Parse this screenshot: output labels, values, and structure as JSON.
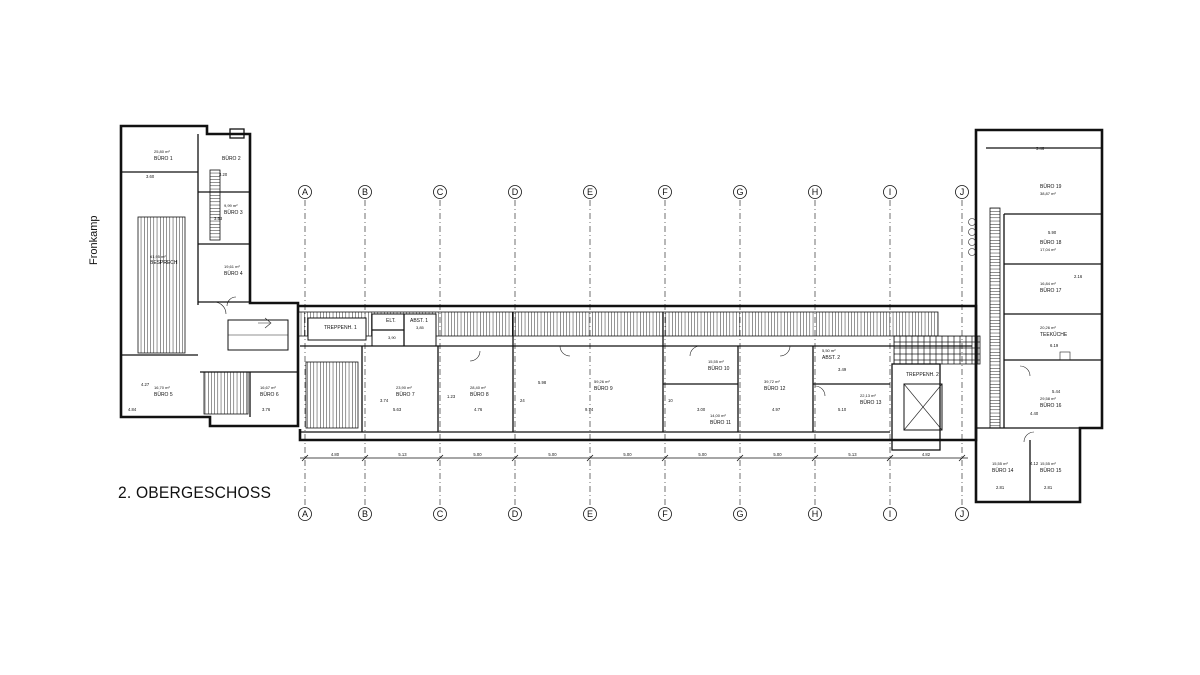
{
  "drawing": {
    "title": "2. OBERGESCHOSS",
    "street_label": "Fronkamp"
  },
  "axes": [
    "A",
    "B",
    "C",
    "D",
    "E",
    "F",
    "G",
    "H",
    "I",
    "J"
  ],
  "axis_dims": [
    "4.80",
    "5.13",
    "5.00",
    "5.00",
    "5.00",
    "5.00",
    "5.00",
    "5.13",
    "4.82"
  ],
  "rooms": {
    "buero1": {
      "name": "BÜRO 1",
      "area": "25,80 m²"
    },
    "buero2": {
      "name": "BÜRO 2",
      "area": ""
    },
    "buero3": {
      "name": "BÜRO 3",
      "area": "9,99 m²"
    },
    "buero4": {
      "name": "BÜRO 4",
      "area": "19,61 m²"
    },
    "bespr": {
      "name": "BESPRECH",
      "area": "61,95 m²"
    },
    "buero5": {
      "name": "BÜRO 5",
      "area": "16,70 m²"
    },
    "buero6": {
      "name": "BÜRO 6",
      "area": "16,67 m²"
    },
    "buero7": {
      "name": "BÜRO 7",
      "area": "23,90 m²"
    },
    "buero8": {
      "name": "BÜRO 8",
      "area": "28,40 m²"
    },
    "buero9": {
      "name": "BÜRO 9",
      "area": "59,26 m²"
    },
    "buero10": {
      "name": "BÜRO 10",
      "area": "15,55 m²"
    },
    "buero11": {
      "name": "BÜRO 11",
      "area": "14,00 m²"
    },
    "buero12": {
      "name": "BÜRO 12",
      "area": "39,72 m²"
    },
    "buero13": {
      "name": "BÜRO 13",
      "area": "22,13 m²"
    },
    "buero14": {
      "name": "BÜRO 14",
      "area": "15,55 m²"
    },
    "buero15": {
      "name": "BÜRO 15",
      "area": "15,55 m²"
    },
    "buero16": {
      "name": "BÜRO 16",
      "area": "29,58 m²"
    },
    "buero17": {
      "name": "BÜRO 17",
      "area": "16,84 m²"
    },
    "buero18": {
      "name": "BÜRO 18",
      "area": "17,04 m²"
    },
    "buero19": {
      "name": "BÜRO 19",
      "area": "38,87 m²"
    },
    "teekueche": {
      "name": "TEEKÜCHE",
      "area": "20,26 m²"
    },
    "treppenh1": {
      "name": "TREPPENH. 1",
      "area": ""
    },
    "treppenh2": {
      "name": "TREPPENH. 2",
      "area": ""
    },
    "abst1": {
      "name": "ABST. 1",
      "area": "3,85"
    },
    "abst2": {
      "name": "ABST. 2",
      "area": "5,50 m²"
    },
    "elt": {
      "name": "ELT.",
      "area": "3,90"
    }
  },
  "dims": {
    "d1": "3.60",
    "d2": "3.20",
    "d3": "3.53",
    "d4": "4.84",
    "d5": "3.76",
    "d6": "5.63",
    "d7": "1.23",
    "d8": "4.76",
    "d9": "9.74",
    "d10": "3.00",
    "d11": "4.97",
    "d12": "5.10",
    "d13": "3.49",
    "d14": "5.44",
    "d15": "4.40",
    "d16": "5.90",
    "d17": "2.81",
    "d18": "2.81",
    "d19": "2.16",
    "d20": "6.19",
    "d21": "3.46",
    "d22": "3.74",
    "d23": "5.98",
    "d24": "4.27",
    "d25": "4.12",
    "d26": "24",
    "d27": "10"
  }
}
